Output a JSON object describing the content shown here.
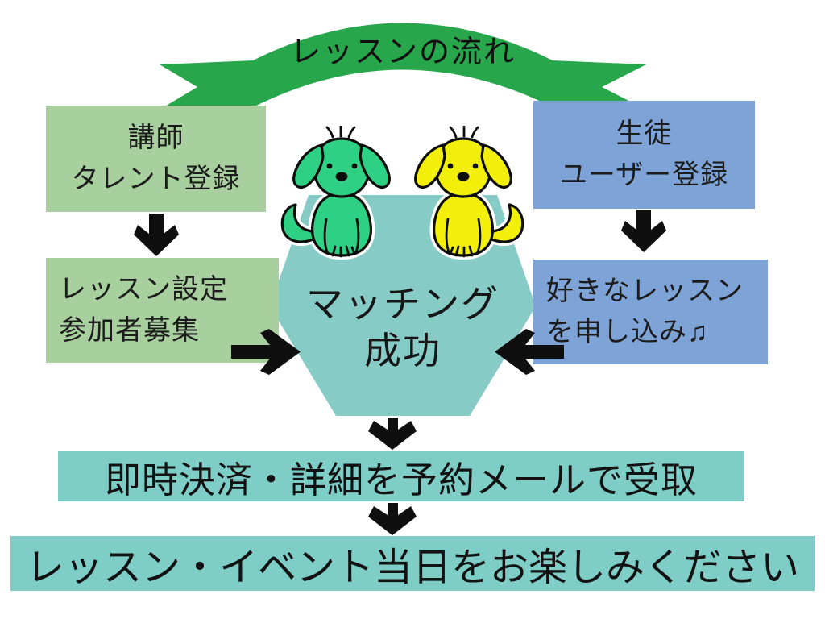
{
  "ribbon": {
    "label": "レッスンの流れ"
  },
  "left_column": {
    "boxes": [
      {
        "lines": [
          "講師",
          "タレント登録"
        ]
      },
      {
        "lines": [
          "レッスン設定",
          "参加者募集"
        ]
      }
    ]
  },
  "right_column": {
    "boxes": [
      {
        "lines": [
          "生徒",
          "ユーザー登録"
        ]
      },
      {
        "lines": [
          "好きなレッスン",
          "を申し込み♫"
        ]
      }
    ]
  },
  "center": {
    "lines": [
      "マッチング",
      "成功"
    ],
    "mascots": [
      {
        "icon": "green-puppy-illustration"
      },
      {
        "icon": "yellow-puppy-illustration"
      }
    ]
  },
  "banners": [
    {
      "label": "即時決済・詳細を予約メールで受取"
    },
    {
      "label": "レッスン・イベント当日をお楽しみください"
    }
  ],
  "colors": {
    "ribbon_green": "#27a64c",
    "box_green": "#a8cf9e",
    "box_blue": "#7ea3d7",
    "hexagon_teal": "#87cbc6",
    "banner_teal": "#7ecdc6",
    "dog_green": "#2ed183",
    "dog_yellow": "#f2ef0b",
    "ink": "#0f0f0f"
  }
}
